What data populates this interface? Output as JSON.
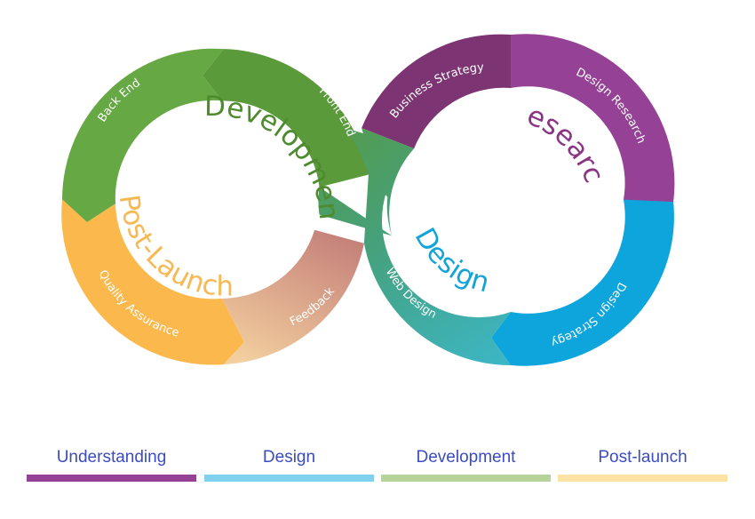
{
  "segments": {
    "back_end": "Back End",
    "front_end": "Front End",
    "business_strategy": "Business Strategy",
    "design_research": "Design Research",
    "design_strategy": "Design Strategy",
    "web_design": "Web Design",
    "feedback": "Feedback",
    "quality_assurance": "Quality Assurance"
  },
  "phases": {
    "development": "Development",
    "research": "Research",
    "design": "Design",
    "post_launch": "Post-Launch"
  },
  "legend": [
    {
      "label": "Understanding",
      "color": "#944196"
    },
    {
      "label": "Design",
      "color": "#7fd1ee"
    },
    {
      "label": "Development",
      "color": "#b6d39a"
    },
    {
      "label": "Post-launch",
      "color": "#fde2a5"
    }
  ],
  "colors": {
    "green": "#5a9a3a",
    "green_light": "#66a843",
    "purple": "#944196",
    "purple_dark": "#7c3572",
    "blue": "#0ea5dc",
    "teal": "#3cb6c4",
    "orange": "#fbb84c",
    "peach": "#efc295",
    "development_text": "#4e8a2e",
    "research_text": "#8a3484",
    "design_text": "#12a4d8",
    "post_launch_text": "#f7b955"
  }
}
